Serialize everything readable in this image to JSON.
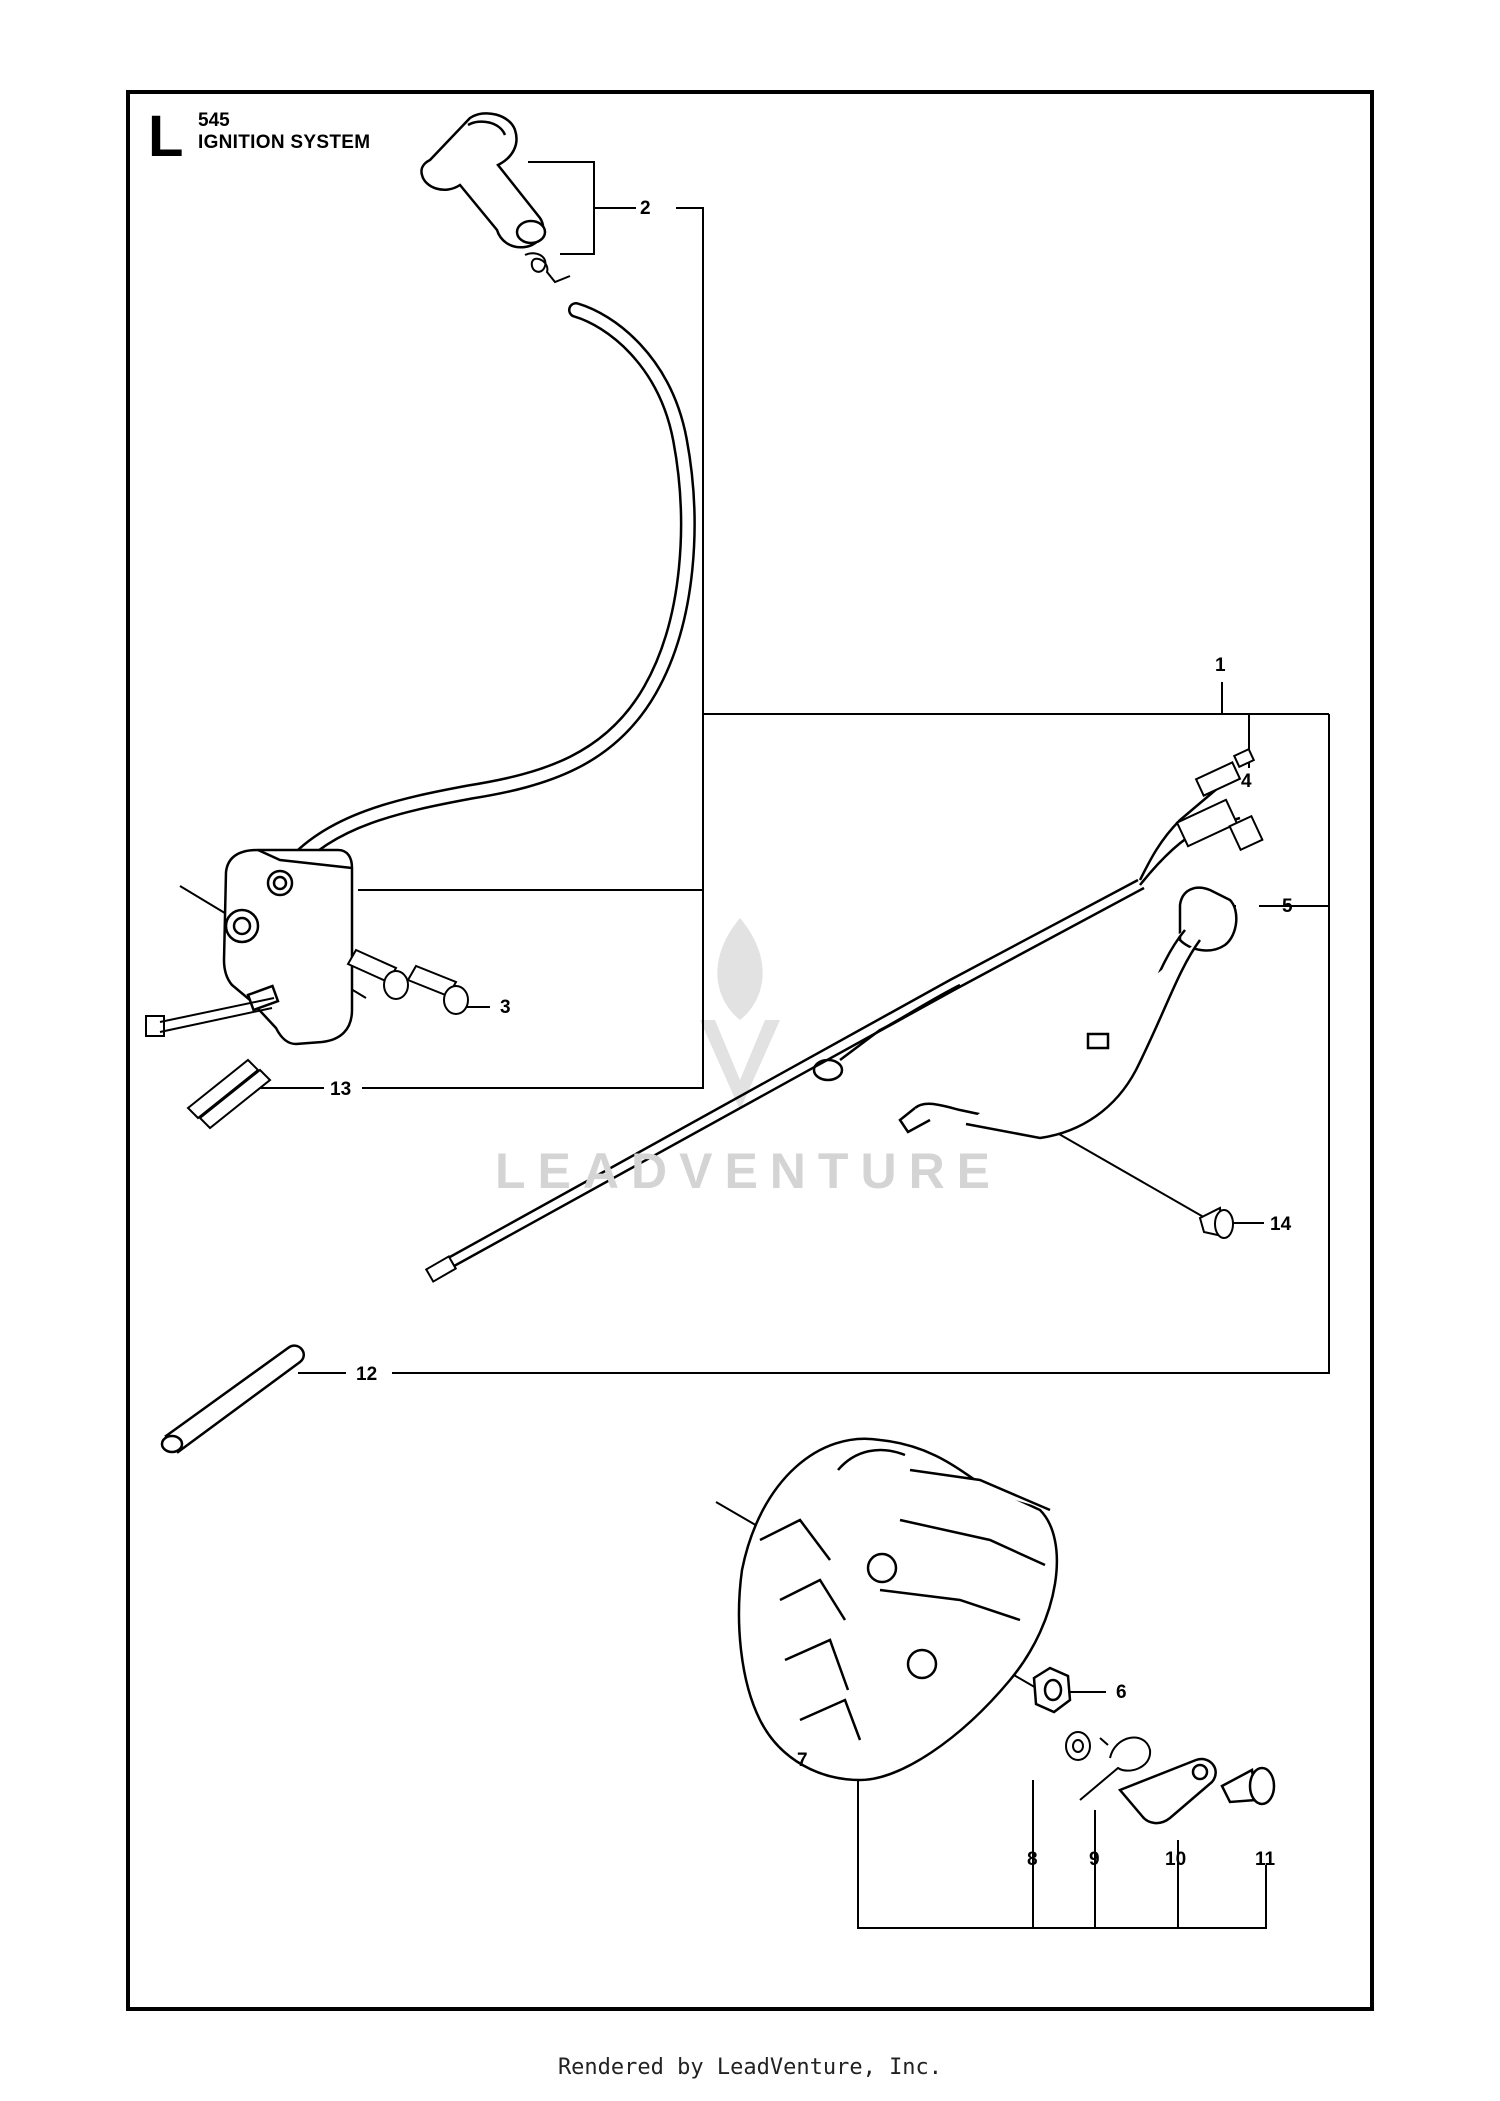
{
  "header": {
    "section_letter": "L",
    "model": "545",
    "title": "IGNITION SYSTEM"
  },
  "watermark": {
    "brand": "LEADVENTURE"
  },
  "footer": {
    "text": "Rendered by LeadVenture, Inc."
  },
  "callouts": {
    "c1": "1",
    "c2": "2",
    "c3": "3",
    "c4": "4",
    "c5": "5",
    "c6": "6",
    "c7": "7",
    "c8": "8",
    "c9": "9",
    "c10": "10",
    "c11": "11",
    "c12": "12",
    "c13": "13",
    "c14": "14"
  },
  "colors": {
    "line": "#000000",
    "watermark": "#d4d4d4",
    "background": "#ffffff"
  }
}
